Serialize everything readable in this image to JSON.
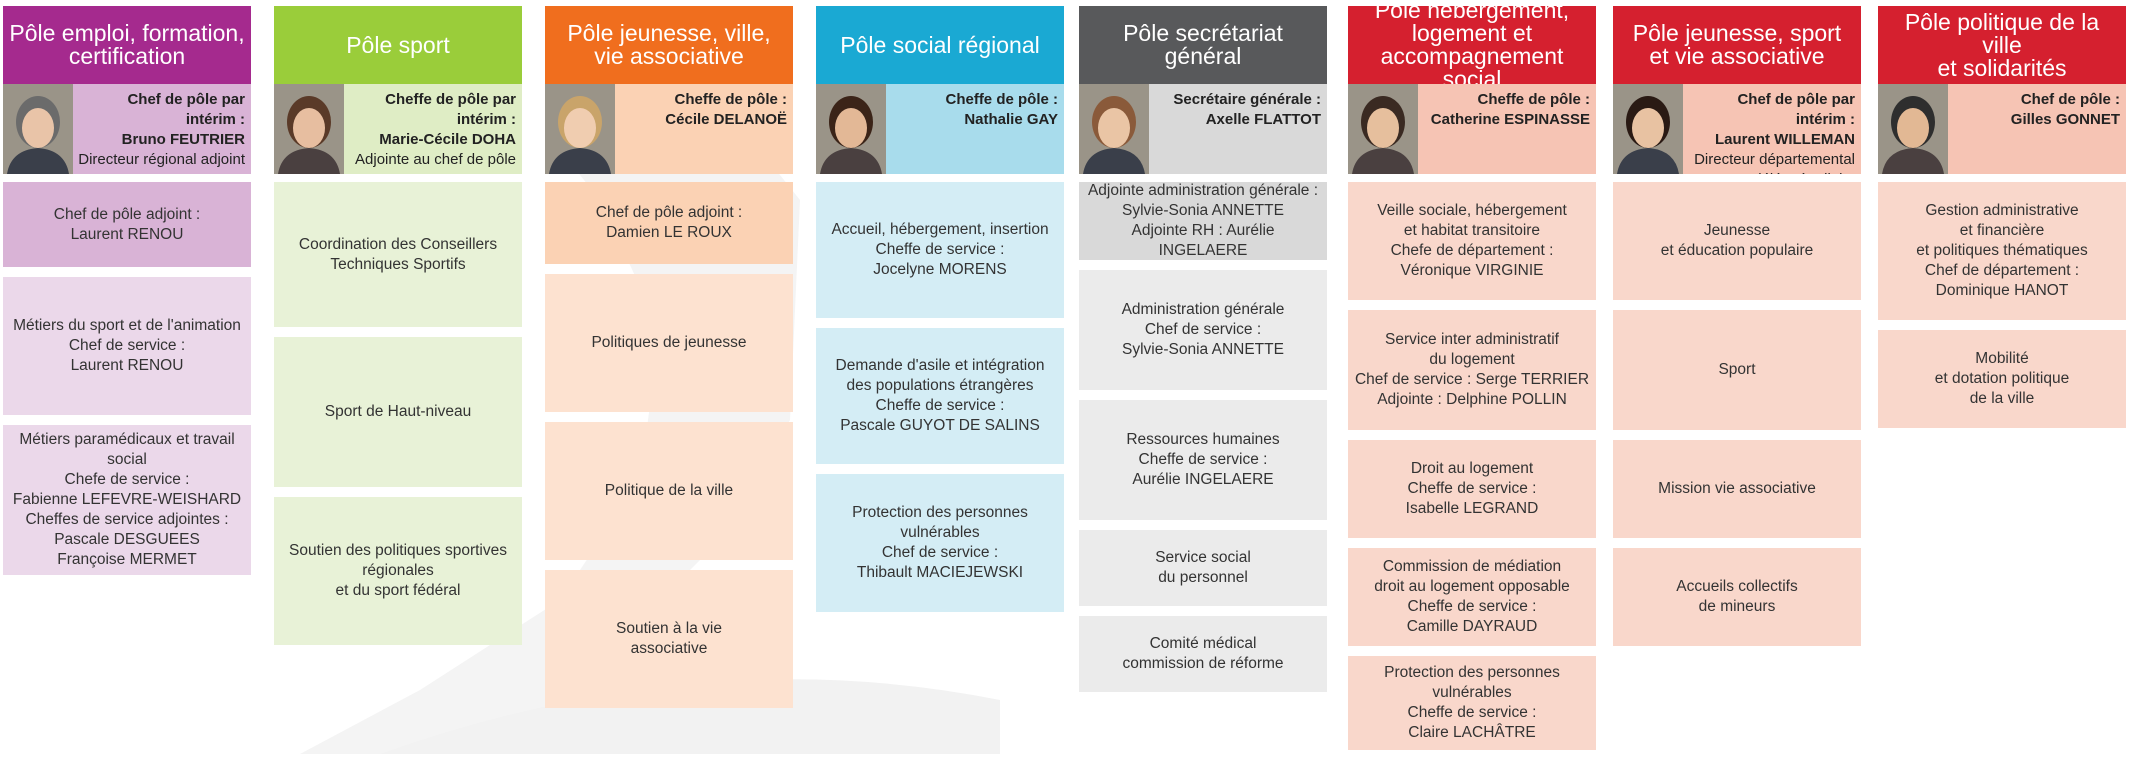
{
  "columns": [
    {
      "header": "Pôle emploi, formation,\ncertification",
      "header_color": "#a52a8e",
      "head_bg": "#d9b3d6",
      "box_bg": "#ebd8ea",
      "first_box_bg": "#d9b3d6",
      "title": "Chef de pôle par intérim :",
      "name": "Bruno FEUTRIER",
      "sub": "Directeur régional adjoint",
      "boxes": [
        {
          "lines": [
            "Chef de pôle adjoint :",
            "Laurent RENOU"
          ]
        },
        {
          "lines": [
            "Métiers du sport et de l'animation",
            "Chef de service :",
            "Laurent RENOU"
          ]
        },
        {
          "lines": [
            "Métiers paramédicaux et travail social",
            "Chefe de service :",
            "Fabienne LEFEVRE-WEISHARD",
            "Cheffes de service adjointes :",
            "Pascale DESGUEES",
            "Françoise MERMET"
          ]
        }
      ]
    },
    {
      "header": "Pôle sport",
      "header_color": "#9acd3a",
      "head_bg": "#dfedc5",
      "box_bg": "#e8f2d7",
      "first_box_bg": "#e8f2d7",
      "title": "Cheffe de pôle par intérim :",
      "name": "Marie-Cécile DOHA",
      "sub": "Adjointe au chef de pôle",
      "boxes": [
        {
          "lines": [
            "Coordination des Conseillers",
            "Techniques Sportifs"
          ]
        },
        {
          "lines": [
            "Sport de Haut-niveau"
          ]
        },
        {
          "lines": [
            "Soutien des politiques sportives",
            "régionales",
            "et du sport fédéral"
          ]
        }
      ]
    },
    {
      "header": "Pôle jeunesse, ville,\nvie associative",
      "header_color": "#f06e1e",
      "head_bg": "#fbd2b4",
      "box_bg": "#fde2d0",
      "first_box_bg": "#fbd2b4",
      "title": "Cheffe de pôle :",
      "name": "Cécile DELANOË",
      "sub": "",
      "boxes": [
        {
          "lines": [
            "Chef de pôle adjoint :",
            "Damien LE ROUX"
          ]
        },
        {
          "lines": [
            "Politiques de jeunesse"
          ]
        },
        {
          "lines": [
            "Politique de la ville"
          ]
        },
        {
          "lines": [
            "Soutien à la vie",
            "associative"
          ]
        }
      ]
    },
    {
      "header": "Pôle social régional",
      "header_color": "#1aa9d3",
      "head_bg": "#a8dcec",
      "box_bg": "#d4edf5",
      "first_box_bg": "#d4edf5",
      "title": "Cheffe de pôle :",
      "name": "Nathalie GAY",
      "sub": "",
      "boxes": [
        {
          "lines": [
            "Accueil, hébergement, insertion",
            "Cheffe de service :",
            "Jocelyne MORENS"
          ]
        },
        {
          "lines": [
            "Demande d'asile et intégration",
            "des populations étrangères",
            "Cheffe de service :",
            "Pascale GUYOT DE SALINS"
          ]
        },
        {
          "lines": [
            "Protection des personnes",
            "vulnérables",
            "Chef de service :",
            "Thibault MACIEJEWSKI"
          ]
        }
      ]
    },
    {
      "header": "Pôle secrétariat\ngénéral",
      "header_color": "#58595b",
      "head_bg": "#d9d9d9",
      "box_bg": "#ebebeb",
      "first_box_bg": "#d9d9d9",
      "title": "Secrétaire générale :",
      "name": "Axelle FLATTOT",
      "sub": "",
      "boxes": [
        {
          "lines": [
            "Adjointe administration générale :",
            "Sylvie-Sonia ANNETTE",
            "Adjointe RH : Aurélie INGELAERE"
          ]
        },
        {
          "lines": [
            "Administration  générale",
            "Chef de service :",
            "Sylvie-Sonia ANNETTE"
          ]
        },
        {
          "lines": [
            "Ressources humaines",
            "Cheffe de service :",
            "Aurélie INGELAERE"
          ]
        },
        {
          "lines": [
            "Service social",
            "du personnel"
          ]
        },
        {
          "lines": [
            "Comité médical",
            "commission de réforme"
          ]
        }
      ]
    },
    {
      "header": "Pôle hébergement,\nlogement et\naccompagnement social",
      "header_color": "#d5202f",
      "head_bg": "#f6c4b4",
      "box_bg": "#f9d7cb",
      "first_box_bg": "#f9d7cb",
      "title": "Cheffe de pôle :",
      "name": "Catherine ESPINASSE",
      "sub": "",
      "boxes": [
        {
          "lines": [
            "Veille sociale, hébergement",
            "et habitat transitoire",
            "Chefe de département :",
            "Véronique VIRGINIE"
          ]
        },
        {
          "lines": [
            "Service inter administratif",
            "du logement",
            "Chef de service : Serge TERRIER",
            "Adjointe : Delphine POLLIN"
          ]
        },
        {
          "lines": [
            "Droit au logement",
            "Cheffe de service :",
            "Isabelle LEGRAND"
          ]
        },
        {
          "lines": [
            "Commission de médiation",
            "droit au logement opposable",
            "Cheffe de service :",
            "Camille DAYRAUD"
          ]
        },
        {
          "lines": [
            "Protection des personnes",
            "vulnérables",
            "Cheffe de service :",
            "Claire LACHÂTRE"
          ]
        }
      ]
    },
    {
      "header": "Pôle jeunesse, sport\net vie associative",
      "header_color": "#d5202f",
      "head_bg": "#f6c4b4",
      "box_bg": "#f9d7cb",
      "first_box_bg": "#f9d7cb",
      "title": "Chef de pôle par intérim :",
      "name": "Laurent WILLEMAN",
      "sub": "Directeur départemental\ndélégué adjoint",
      "boxes": [
        {
          "lines": [
            "Jeunesse",
            "et éducation populaire"
          ]
        },
        {
          "lines": [
            "Sport"
          ]
        },
        {
          "lines": [
            "Mission vie associative"
          ]
        },
        {
          "lines": [
            "Accueils collectifs",
            "de mineurs"
          ]
        }
      ]
    },
    {
      "header": "Pôle politique de la ville\net solidarités",
      "header_color": "#d5202f",
      "head_bg": "#f6c4b4",
      "box_bg": "#f9d7cb",
      "first_box_bg": "#f9d7cb",
      "title": "Chef de pôle :",
      "name": "Gilles GONNET",
      "sub": "",
      "boxes": [
        {
          "lines": [
            "Gestion administrative",
            "et financière",
            "et politiques thématiques",
            "Chef de département :",
            "Dominique HANOT"
          ]
        },
        {
          "lines": [
            "Mobilité",
            "et dotation politique",
            "de la ville"
          ]
        }
      ]
    }
  ]
}
